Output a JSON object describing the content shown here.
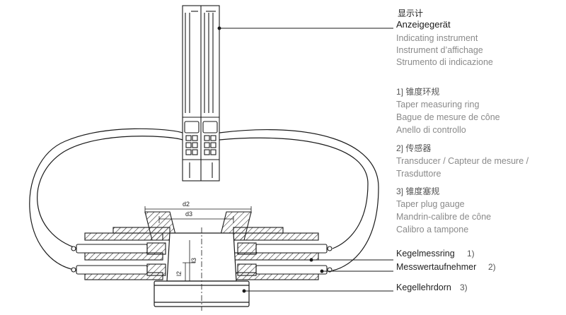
{
  "indicator": {
    "cn": "显示计",
    "de": "Anzeigegerät",
    "en": "Indicating instrument",
    "fr": "Instrument d’affichage",
    "it": "Strumento di indicazione"
  },
  "items": [
    {
      "cn": "1] 锥度环规",
      "en": "Taper measuring ring",
      "fr": "Bague de mesure de cône",
      "it": "Anello di controllo"
    },
    {
      "cn": "2] 传感器",
      "en": "Transducer / Capteur de mesure /",
      "fr": "Trasduttore",
      "it": ""
    },
    {
      "cn": "3] 锥度塞规",
      "en": "Taper plug gauge",
      "fr": "Mandrin-calibre de cône",
      "it": "Calibro a tampone"
    }
  ],
  "parts": [
    {
      "name": "Kegelmessring",
      "ref": "1)"
    },
    {
      "name": "Messwertaufnehmer",
      "ref": "2)"
    },
    {
      "name": "Kegellehrdorn",
      "ref": "3)"
    }
  ],
  "dimensions": {
    "d2": "d2",
    "d3": "d3",
    "l2": "l2",
    "l3": "l3"
  },
  "colors": {
    "line": "#1a1a1a",
    "hatch": "#333333",
    "fill": "#ffffff"
  }
}
